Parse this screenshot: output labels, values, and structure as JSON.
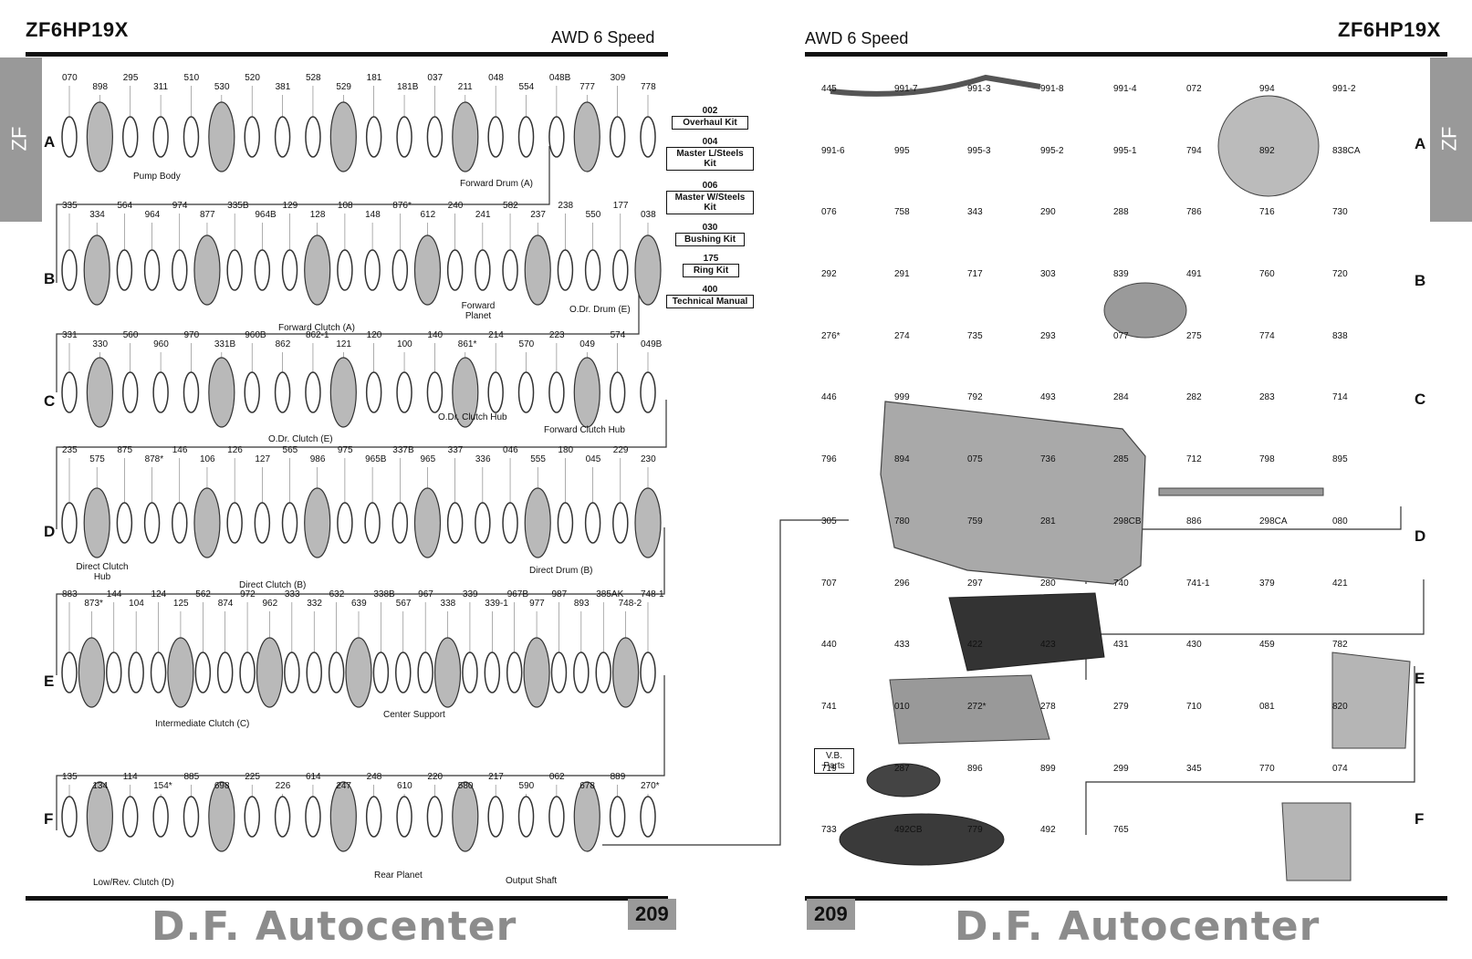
{
  "header": {
    "left_title": "ZF6HP19X",
    "left_subtitle": "AWD 6 Speed",
    "right_title": "ZF6HP19X",
    "right_subtitle": "AWD 6 Speed",
    "tab_label": "ZF"
  },
  "rows": [
    "A",
    "B",
    "C",
    "D",
    "E",
    "F"
  ],
  "kits": [
    {
      "num": "002",
      "label": "Overhaul Kit"
    },
    {
      "num": "004",
      "label": "Master L/Steels Kit"
    },
    {
      "num": "006",
      "label": "Master W/Steels Kit"
    },
    {
      "num": "030",
      "label": "Bushing Kit"
    },
    {
      "num": "175",
      "label": "Ring Kit"
    },
    {
      "num": "400",
      "label": "Technical Manual"
    }
  ],
  "left_labels": {
    "A": [
      "070",
      "898",
      "295",
      "311",
      "510",
      "530",
      "520",
      "381",
      "528",
      "529",
      "181",
      "181B",
      "037",
      "211",
      "048",
      "554",
      "048B",
      "777",
      "309",
      "778"
    ],
    "B": [
      "335",
      "334",
      "564",
      "964",
      "974",
      "877",
      "335B",
      "964B",
      "129",
      "128",
      "108",
      "148",
      "876*",
      "612",
      "240",
      "241",
      "582",
      "237",
      "238",
      "550",
      "177",
      "038"
    ],
    "C": [
      "331",
      "330",
      "560",
      "960",
      "970",
      "331B",
      "960B",
      "862",
      "862-1",
      "121",
      "120",
      "100",
      "140",
      "861*",
      "214",
      "570",
      "223",
      "049",
      "574",
      "049B"
    ],
    "D": [
      "235",
      "575",
      "875",
      "878*",
      "146",
      "106",
      "126",
      "127",
      "565",
      "986",
      "975",
      "965B",
      "337B",
      "965",
      "337",
      "336",
      "046",
      "555",
      "180",
      "045",
      "229",
      "230"
    ],
    "E": [
      "883",
      "873*",
      "144",
      "104",
      "124",
      "125",
      "562",
      "874",
      "972",
      "962",
      "333",
      "332",
      "632",
      "639",
      "338B",
      "567",
      "967",
      "338",
      "339",
      "339-1",
      "967B",
      "977",
      "987",
      "893",
      "385AK",
      "748-2",
      "748-1"
    ],
    "F": [
      "135",
      "134",
      "114",
      "154*",
      "885",
      "698",
      "225",
      "226",
      "614",
      "247",
      "248",
      "610",
      "220",
      "580",
      "217",
      "590",
      "062",
      "678",
      "889",
      "270*"
    ]
  },
  "left_captions": [
    "Pump Body",
    "Forward Drum (A)",
    "Forward Clutch (A)",
    "Forward Planet",
    "O.Dr. Drum (E)",
    "O.Dr. Clutch (E)",
    "O.Dr. Clutch Hub",
    "Forward Clutch Hub",
    "Direct Clutch Hub",
    "Direct Clutch (B)",
    "Direct Drum (B)",
    "Intermediate Clutch (C)",
    "Center Support",
    "Low/Rev. Clutch (D)",
    "Rear Planet",
    "Output Shaft"
  ],
  "right_labels": [
    "445",
    "991-7",
    "991-3",
    "991-8",
    "991-4",
    "072",
    "994",
    "991-2",
    "991-6",
    "995",
    "995-3",
    "995-2",
    "995-1",
    "794",
    "892",
    "838CA",
    "076",
    "758",
    "343",
    "290",
    "288",
    "786",
    "716",
    "730",
    "292",
    "291",
    "717",
    "303",
    "839",
    "491",
    "760",
    "720",
    "276*",
    "274",
    "735",
    "293",
    "077",
    "275",
    "774",
    "838",
    "446",
    "999",
    "792",
    "493",
    "284",
    "282",
    "283",
    "714",
    "796",
    "894",
    "075",
    "736",
    "285",
    "712",
    "798",
    "895",
    "305",
    "780",
    "759",
    "281",
    "298CB",
    "886",
    "298CA",
    "080",
    "707",
    "296",
    "297",
    "280",
    "740",
    "741-1",
    "379",
    "421",
    "440",
    "433",
    "422",
    "423",
    "431",
    "430",
    "459",
    "782",
    "741",
    "010",
    "272*",
    "278",
    "279",
    "710",
    "081",
    "820",
    "719",
    "287",
    "896",
    "899",
    "299",
    "345",
    "770",
    "074",
    "733",
    "492CB",
    "779",
    "492",
    "765"
  ],
  "vb_parts": "V.B. Parts",
  "footer": {
    "left_brand": "D.F. Autocenter",
    "left_page": "209",
    "right_brand": "D.F. Autocenter",
    "right_page": "209"
  }
}
